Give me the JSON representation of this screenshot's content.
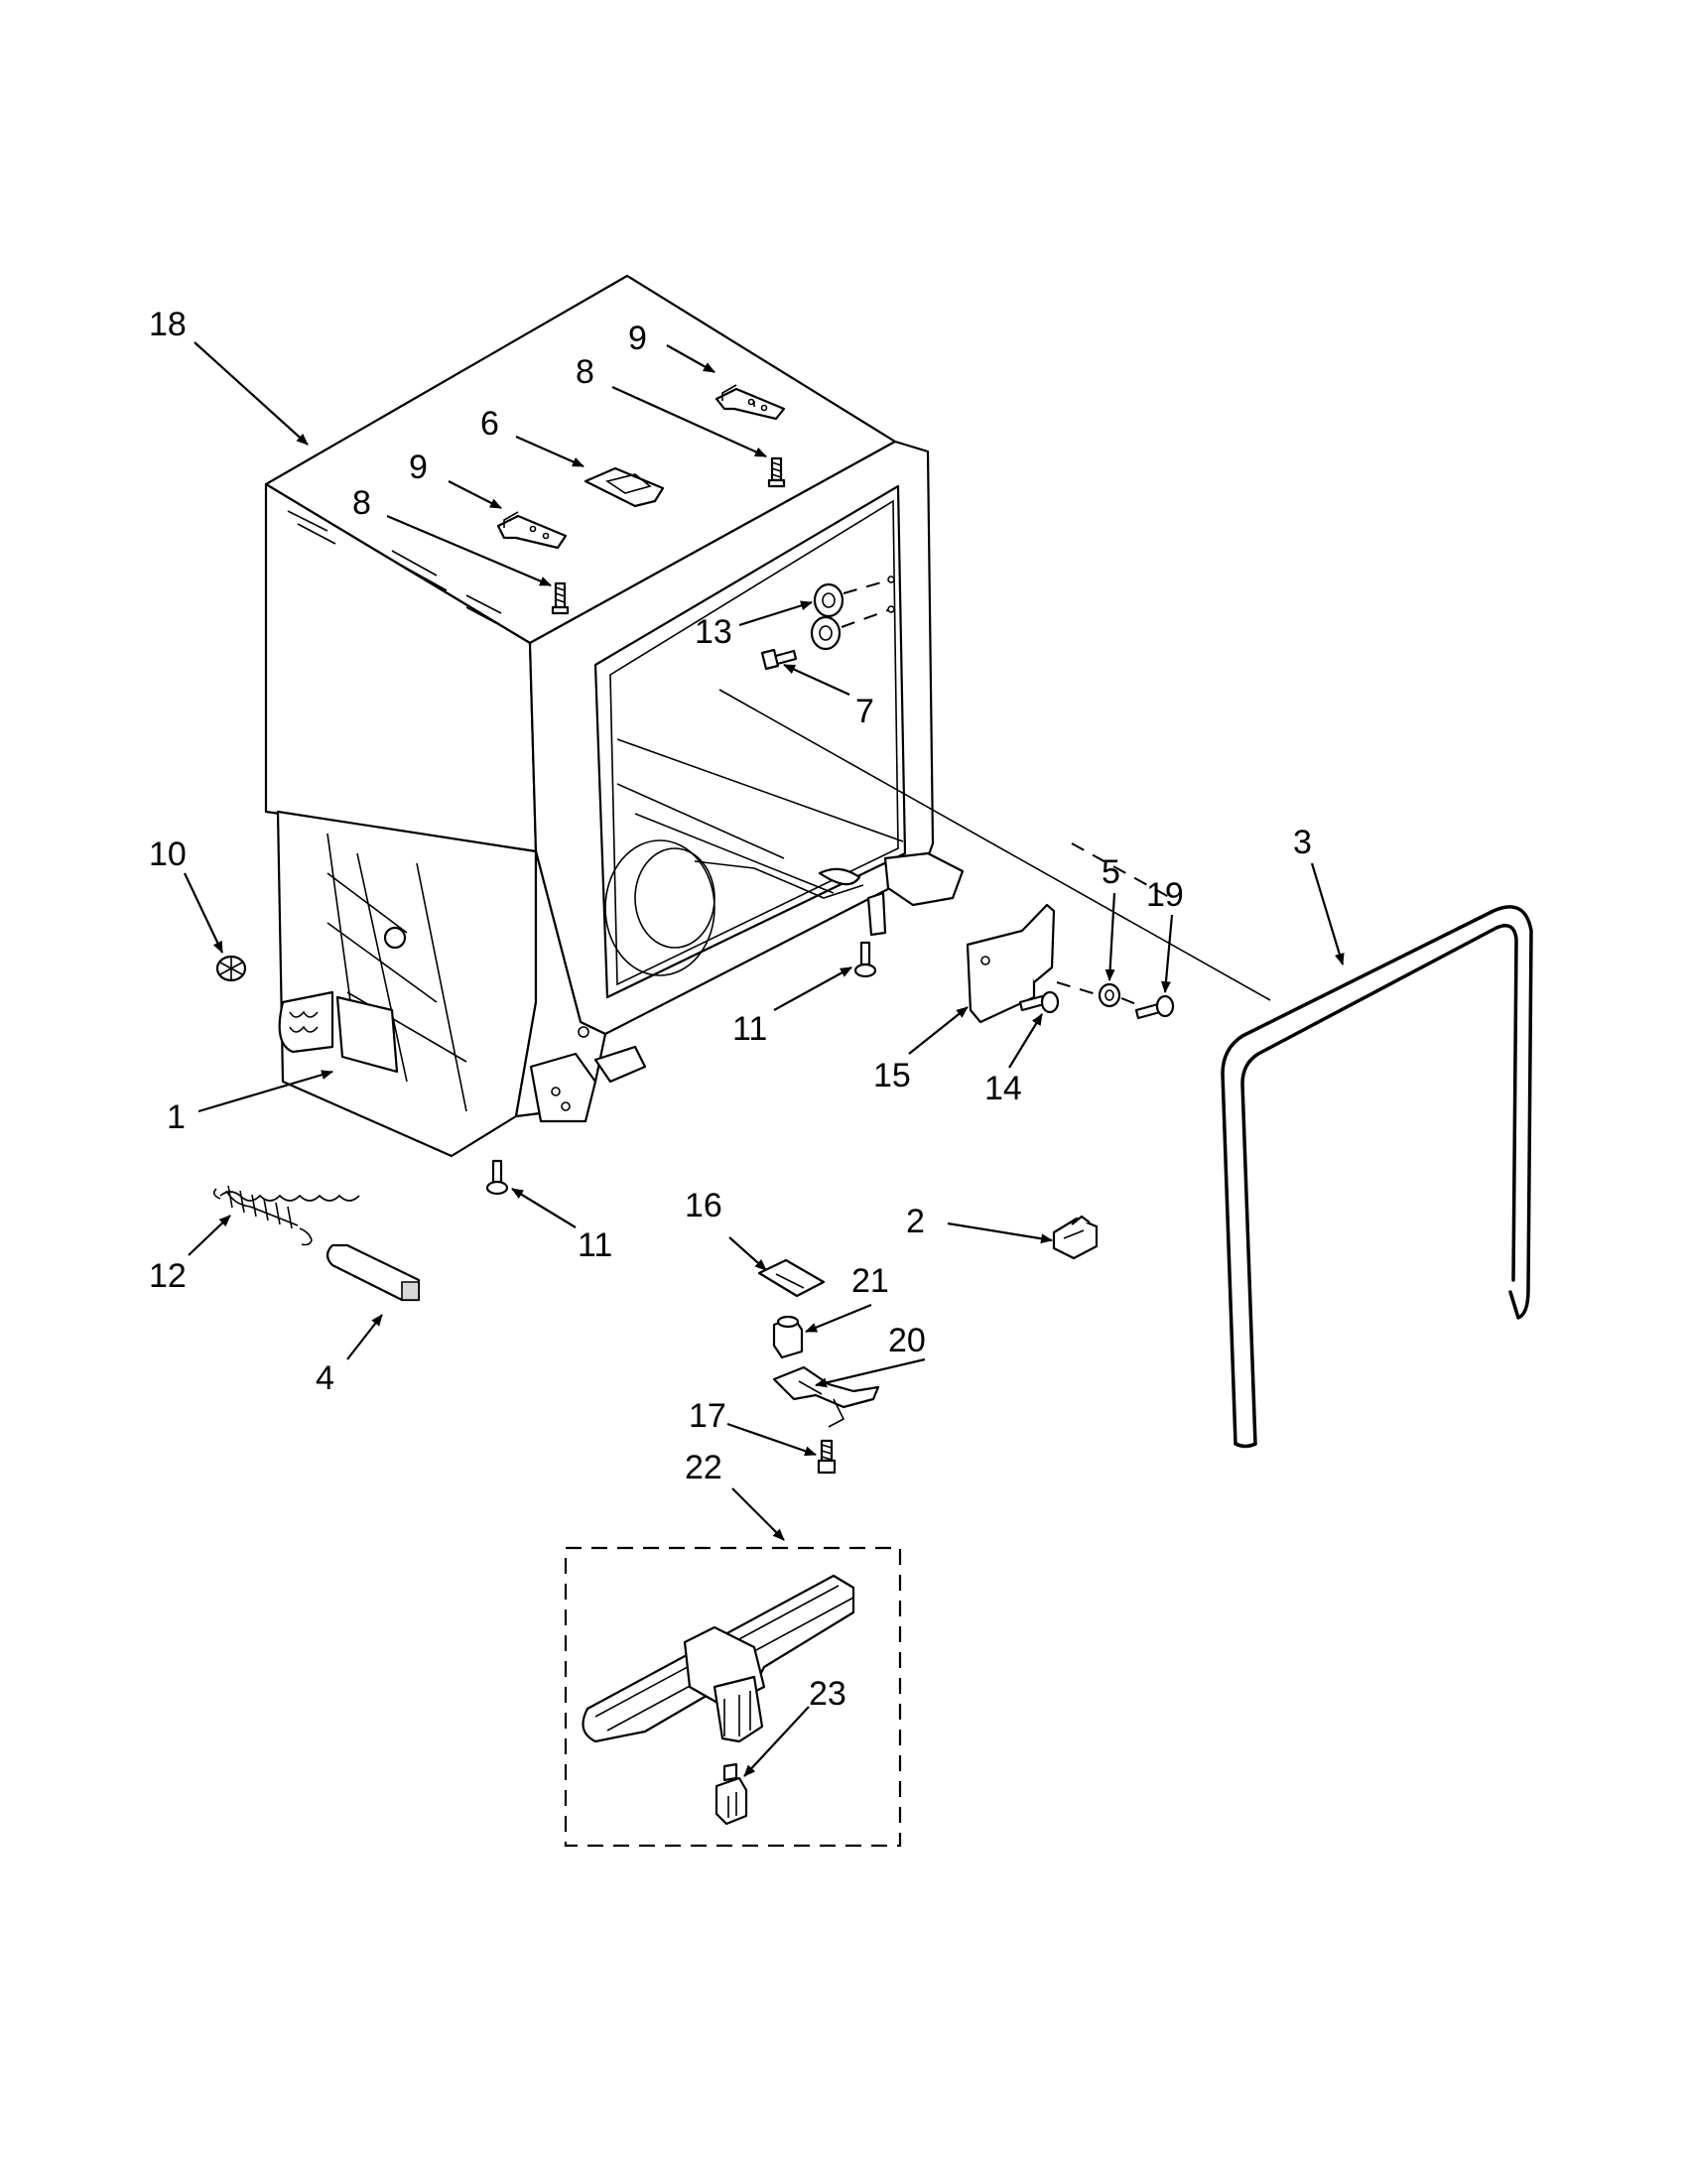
{
  "callouts": [
    {
      "id": "18",
      "label": "18"
    },
    {
      "id": "9a",
      "label": "9"
    },
    {
      "id": "8a",
      "label": "8"
    },
    {
      "id": "6",
      "label": "6"
    },
    {
      "id": "9b",
      "label": "9"
    },
    {
      "id": "8b",
      "label": "8"
    },
    {
      "id": "13",
      "label": "13"
    },
    {
      "id": "7",
      "label": "7"
    },
    {
      "id": "10",
      "label": "10"
    },
    {
      "id": "5",
      "label": "5"
    },
    {
      "id": "19",
      "label": "19"
    },
    {
      "id": "3",
      "label": "3"
    },
    {
      "id": "11a",
      "label": "11"
    },
    {
      "id": "15",
      "label": "15"
    },
    {
      "id": "14",
      "label": "14"
    },
    {
      "id": "1",
      "label": "1"
    },
    {
      "id": "11b",
      "label": "11"
    },
    {
      "id": "12",
      "label": "12"
    },
    {
      "id": "16",
      "label": "16"
    },
    {
      "id": "2",
      "label": "2"
    },
    {
      "id": "21",
      "label": "21"
    },
    {
      "id": "20",
      "label": "20"
    },
    {
      "id": "4",
      "label": "4"
    },
    {
      "id": "17",
      "label": "17"
    },
    {
      "id": "22",
      "label": "22"
    },
    {
      "id": "23",
      "label": "23"
    }
  ]
}
